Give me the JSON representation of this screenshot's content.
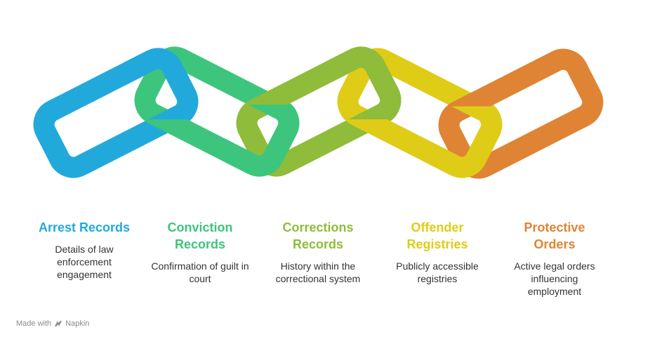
{
  "diagram": {
    "items": [
      {
        "title": "Arrest Records",
        "description": "Details of law enforcement engagement",
        "color": "#22a9dc"
      },
      {
        "title": "Conviction Records",
        "description": "Confirmation of guilt in court",
        "color": "#3dc57d"
      },
      {
        "title": "Corrections Records",
        "description": "History within the correctional system",
        "color": "#8fbc3a"
      },
      {
        "title": "Offender Registries",
        "description": "Publicly accessible registries",
        "color": "#dfcc17"
      },
      {
        "title": "Protective Orders",
        "description": "Active legal orders influencing employment",
        "color": "#df8434"
      }
    ]
  },
  "footer": {
    "made_with": "Made with",
    "brand": "Napkin"
  }
}
